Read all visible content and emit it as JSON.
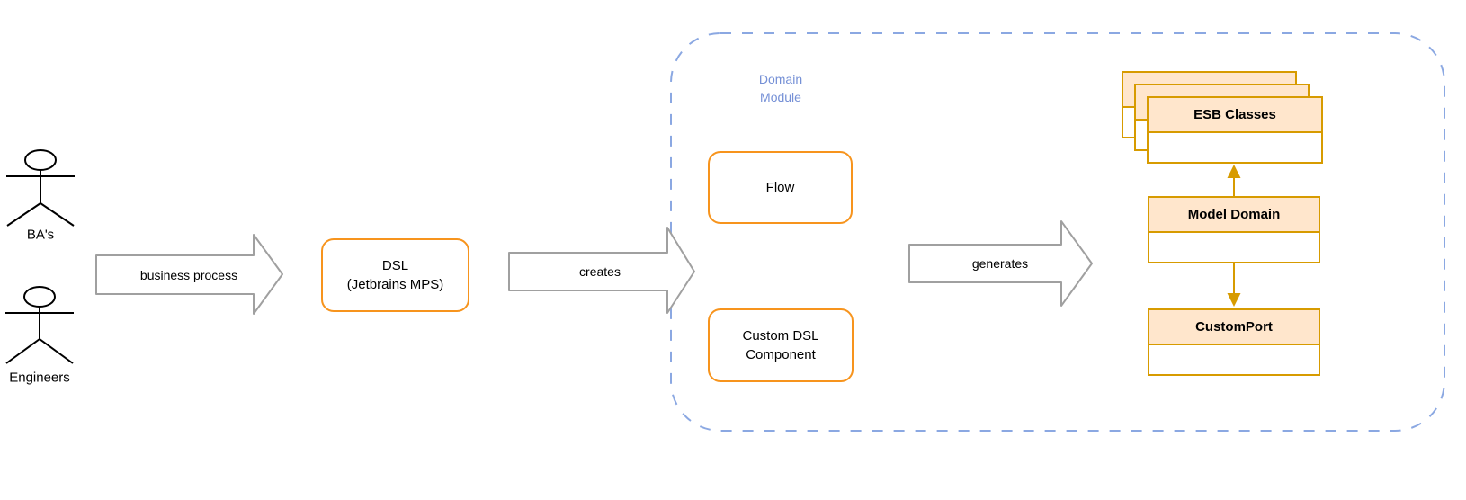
{
  "actors": [
    {
      "label": "BA's"
    },
    {
      "label": "Engineers"
    }
  ],
  "arrows": {
    "business_process": {
      "label": "business process"
    },
    "creates": {
      "label": "creates"
    },
    "generates": {
      "label": "generates"
    }
  },
  "dsl_box": {
    "line1": "DSL",
    "line2": "(Jetbrains MPS)"
  },
  "domain_module": {
    "label": {
      "line1": "Domain",
      "line2": "Module"
    },
    "flow_box": {
      "label": "Flow"
    },
    "custom_dsl_box": {
      "line1": "Custom DSL",
      "line2": "Component"
    }
  },
  "uml_boxes": {
    "esb_classes": {
      "title": "ESB Classes"
    },
    "model_domain": {
      "title": "Model Domain"
    },
    "custom_port": {
      "title": "CustomPort"
    }
  },
  "colors": {
    "orange_stroke": "#F7941D",
    "gold_stroke": "#D79B00",
    "peach_fill": "#FFE6CC",
    "blue_dash": "#8BA8E2",
    "blue_text": "#7590D6",
    "gray_arrow": "#A0A0A0",
    "black": "#000000"
  }
}
